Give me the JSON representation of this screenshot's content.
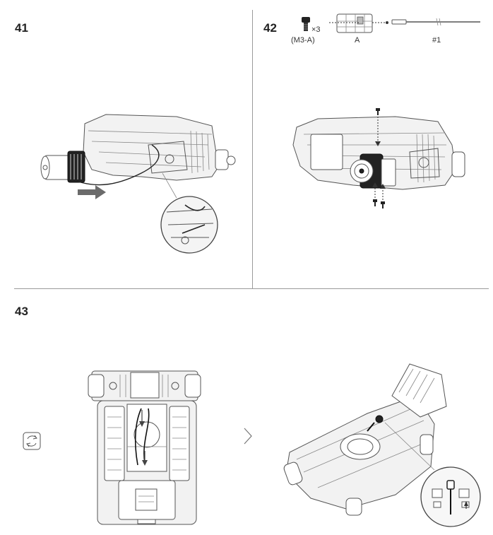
{
  "steps": {
    "s41": {
      "number": "41"
    },
    "s42": {
      "number": "42",
      "screw_qty": "×3",
      "screw_code": "(M3-A)",
      "tool_a_label": "A",
      "tool_b_label": "#1"
    },
    "s43": {
      "number": "43"
    }
  },
  "colors": {
    "arrow": "#6b6b6b",
    "line": "#555555",
    "divider": "#9a9a9a"
  }
}
